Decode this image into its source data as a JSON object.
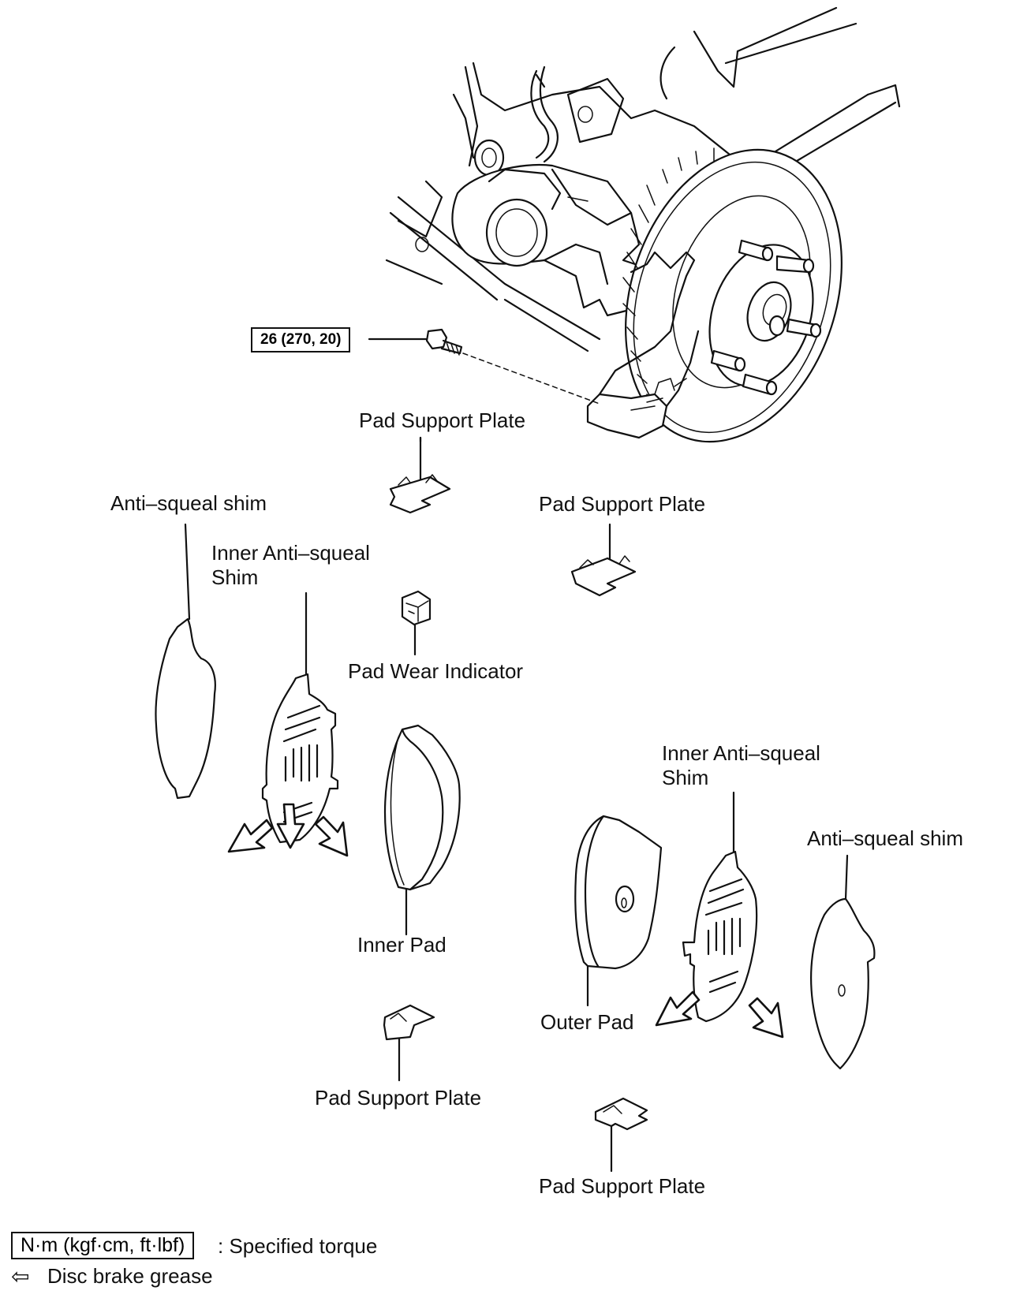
{
  "torque": {
    "value": "26 (270, 20)"
  },
  "labels": {
    "pad_support_plate_top": "Pad Support Plate",
    "pad_support_plate_right": "Pad Support Plate",
    "anti_squeal_shim_left": "Anti–squeal shim",
    "inner_anti_squeal_shim_left_1": "Inner Anti–squeal",
    "inner_anti_squeal_shim_left_2": "Shim",
    "pad_wear_indicator": "Pad Wear Indicator",
    "inner_pad": "Inner Pad",
    "inner_anti_squeal_shim_right_1": "Inner Anti–squeal",
    "inner_anti_squeal_shim_right_2": "Shim",
    "anti_squeal_shim_right": "Anti–squeal shim",
    "outer_pad": "Outer Pad",
    "pad_support_plate_bottom_left": "Pad Support Plate",
    "pad_support_plate_bottom_right": "Pad Support Plate"
  },
  "legend": {
    "unit_box": "N·m (kgf·cm, ft·lbf)",
    "unit_desc": ": Specified torque",
    "grease_symbol": "⇦",
    "grease_desc": "Disc brake grease"
  }
}
